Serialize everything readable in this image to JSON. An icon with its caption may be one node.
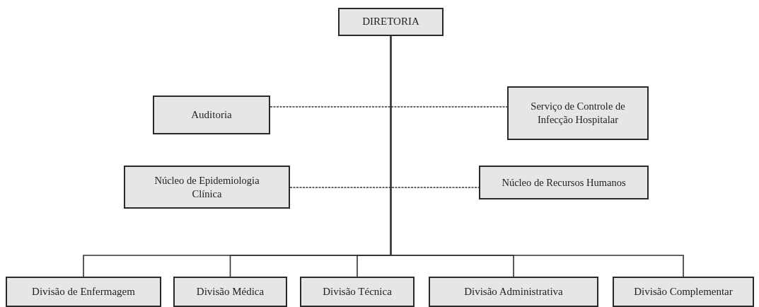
{
  "diagram": {
    "nodes": [
      {
        "text": [
          "DIRETORIA"
        ]
      },
      {
        "text": [
          "Auditoria"
        ]
      },
      {
        "text": [
          "Serviço de Controle de Infecção Hospitalar"
        ]
      },
      {
        "text": [
          "Núcleo de Epidemiologia Clínica"
        ]
      },
      {
        "text": [
          "Núcleo de Recursos Humanos"
        ]
      },
      {
        "text": [
          "Divisão de Enfermagem"
        ]
      },
      {
        "text": [
          "Divisão Médica"
        ]
      },
      {
        "text": [
          "Divisão Técnica"
        ]
      },
      {
        "text": [
          "Divisão Administrativa"
        ]
      },
      {
        "text": [
          "Divisão Complementar"
        ]
      }
    ],
    "edges": [
      {
        "from": 0,
        "to": 5,
        "arrow": "none"
      },
      {
        "from": 0,
        "to": 6,
        "arrow": "none"
      },
      {
        "from": 0,
        "to": 7,
        "arrow": "none"
      },
      {
        "from": 0,
        "to": 8,
        "arrow": "none"
      },
      {
        "from": 0,
        "to": 9,
        "arrow": "none"
      },
      {
        "from": 1,
        "to": 2,
        "arrow": "none",
        "style": "dashed"
      },
      {
        "from": 3,
        "to": 4,
        "arrow": "none",
        "style": "dashed"
      }
    ]
  }
}
